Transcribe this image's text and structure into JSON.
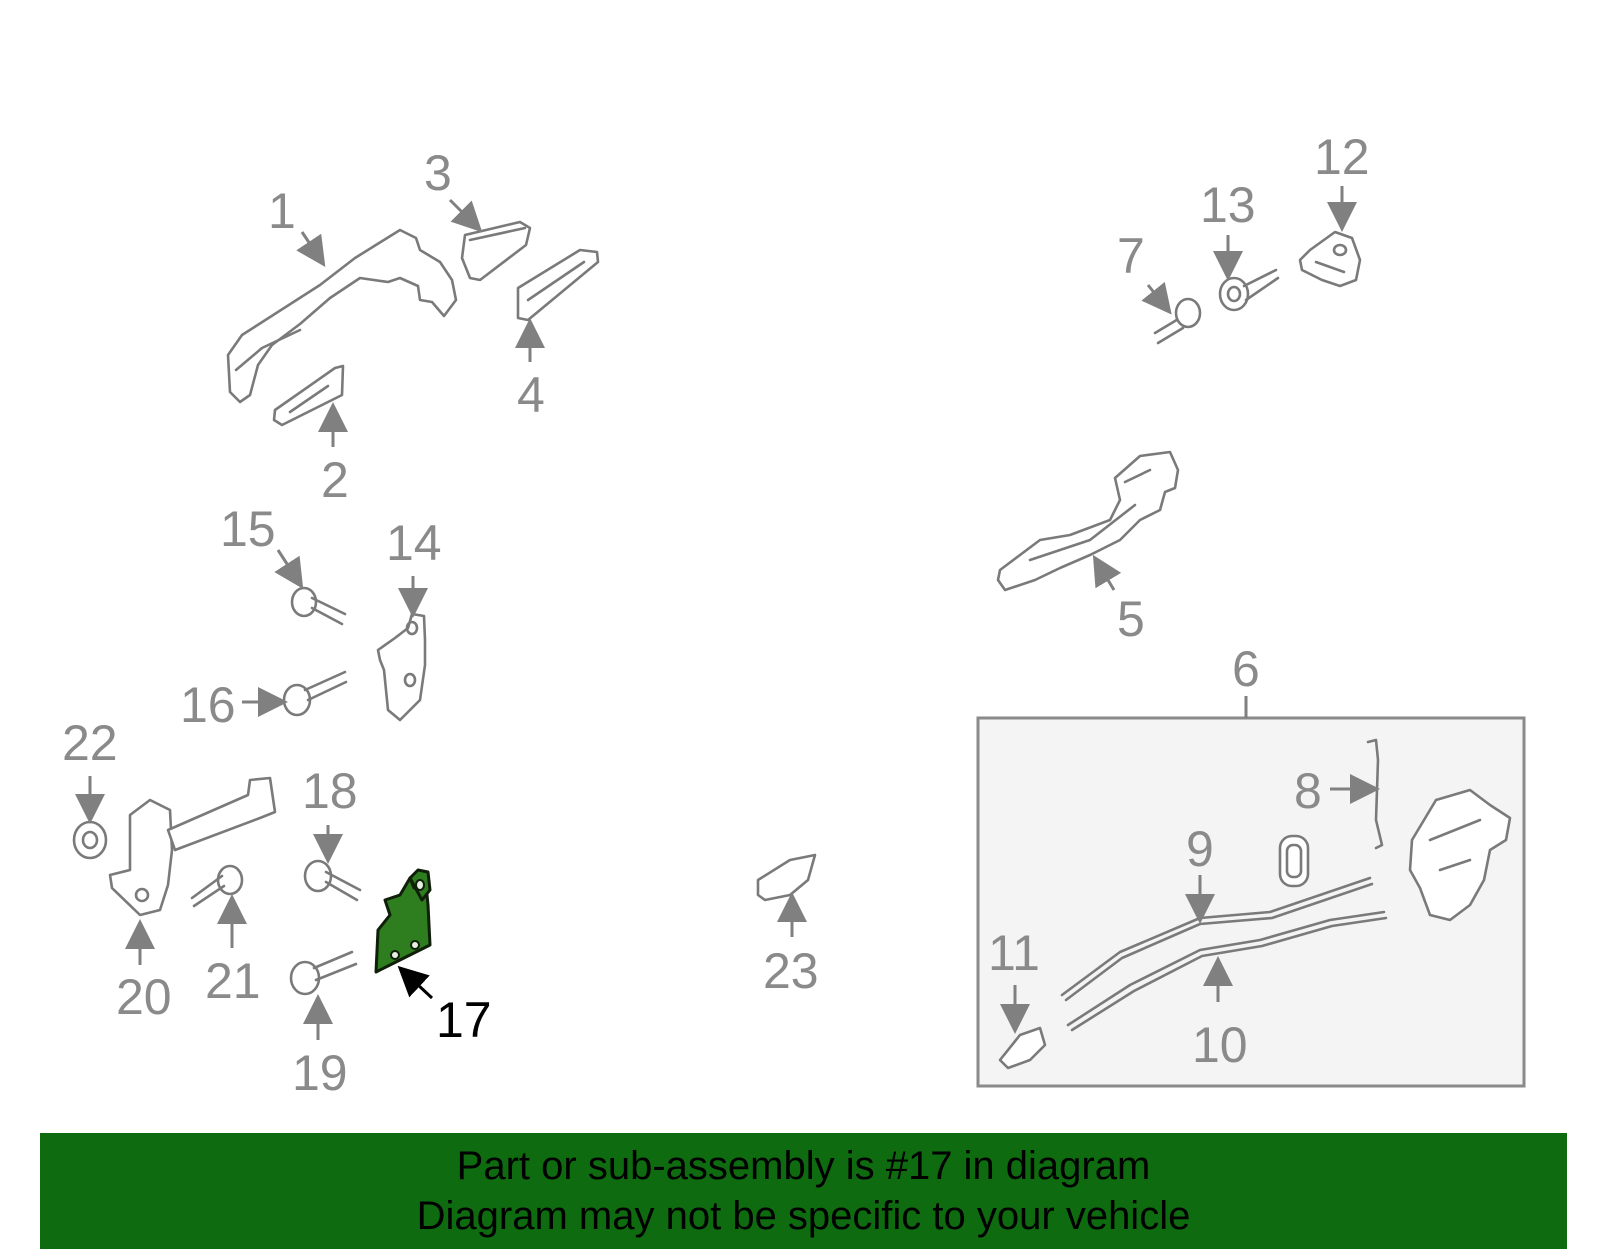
{
  "diagram": {
    "highlighted_part": "17",
    "accent_color": "#2e7d1e",
    "callouts": [
      "1",
      "2",
      "3",
      "4",
      "5",
      "6",
      "7",
      "8",
      "9",
      "10",
      "11",
      "12",
      "13",
      "14",
      "15",
      "16",
      "17",
      "18",
      "19",
      "20",
      "21",
      "22",
      "23"
    ]
  },
  "banner": {
    "line1": "Part or sub-assembly is #17 in diagram",
    "line2": "Diagram may not be specific to your vehicle",
    "background": "#0f6b0f"
  }
}
